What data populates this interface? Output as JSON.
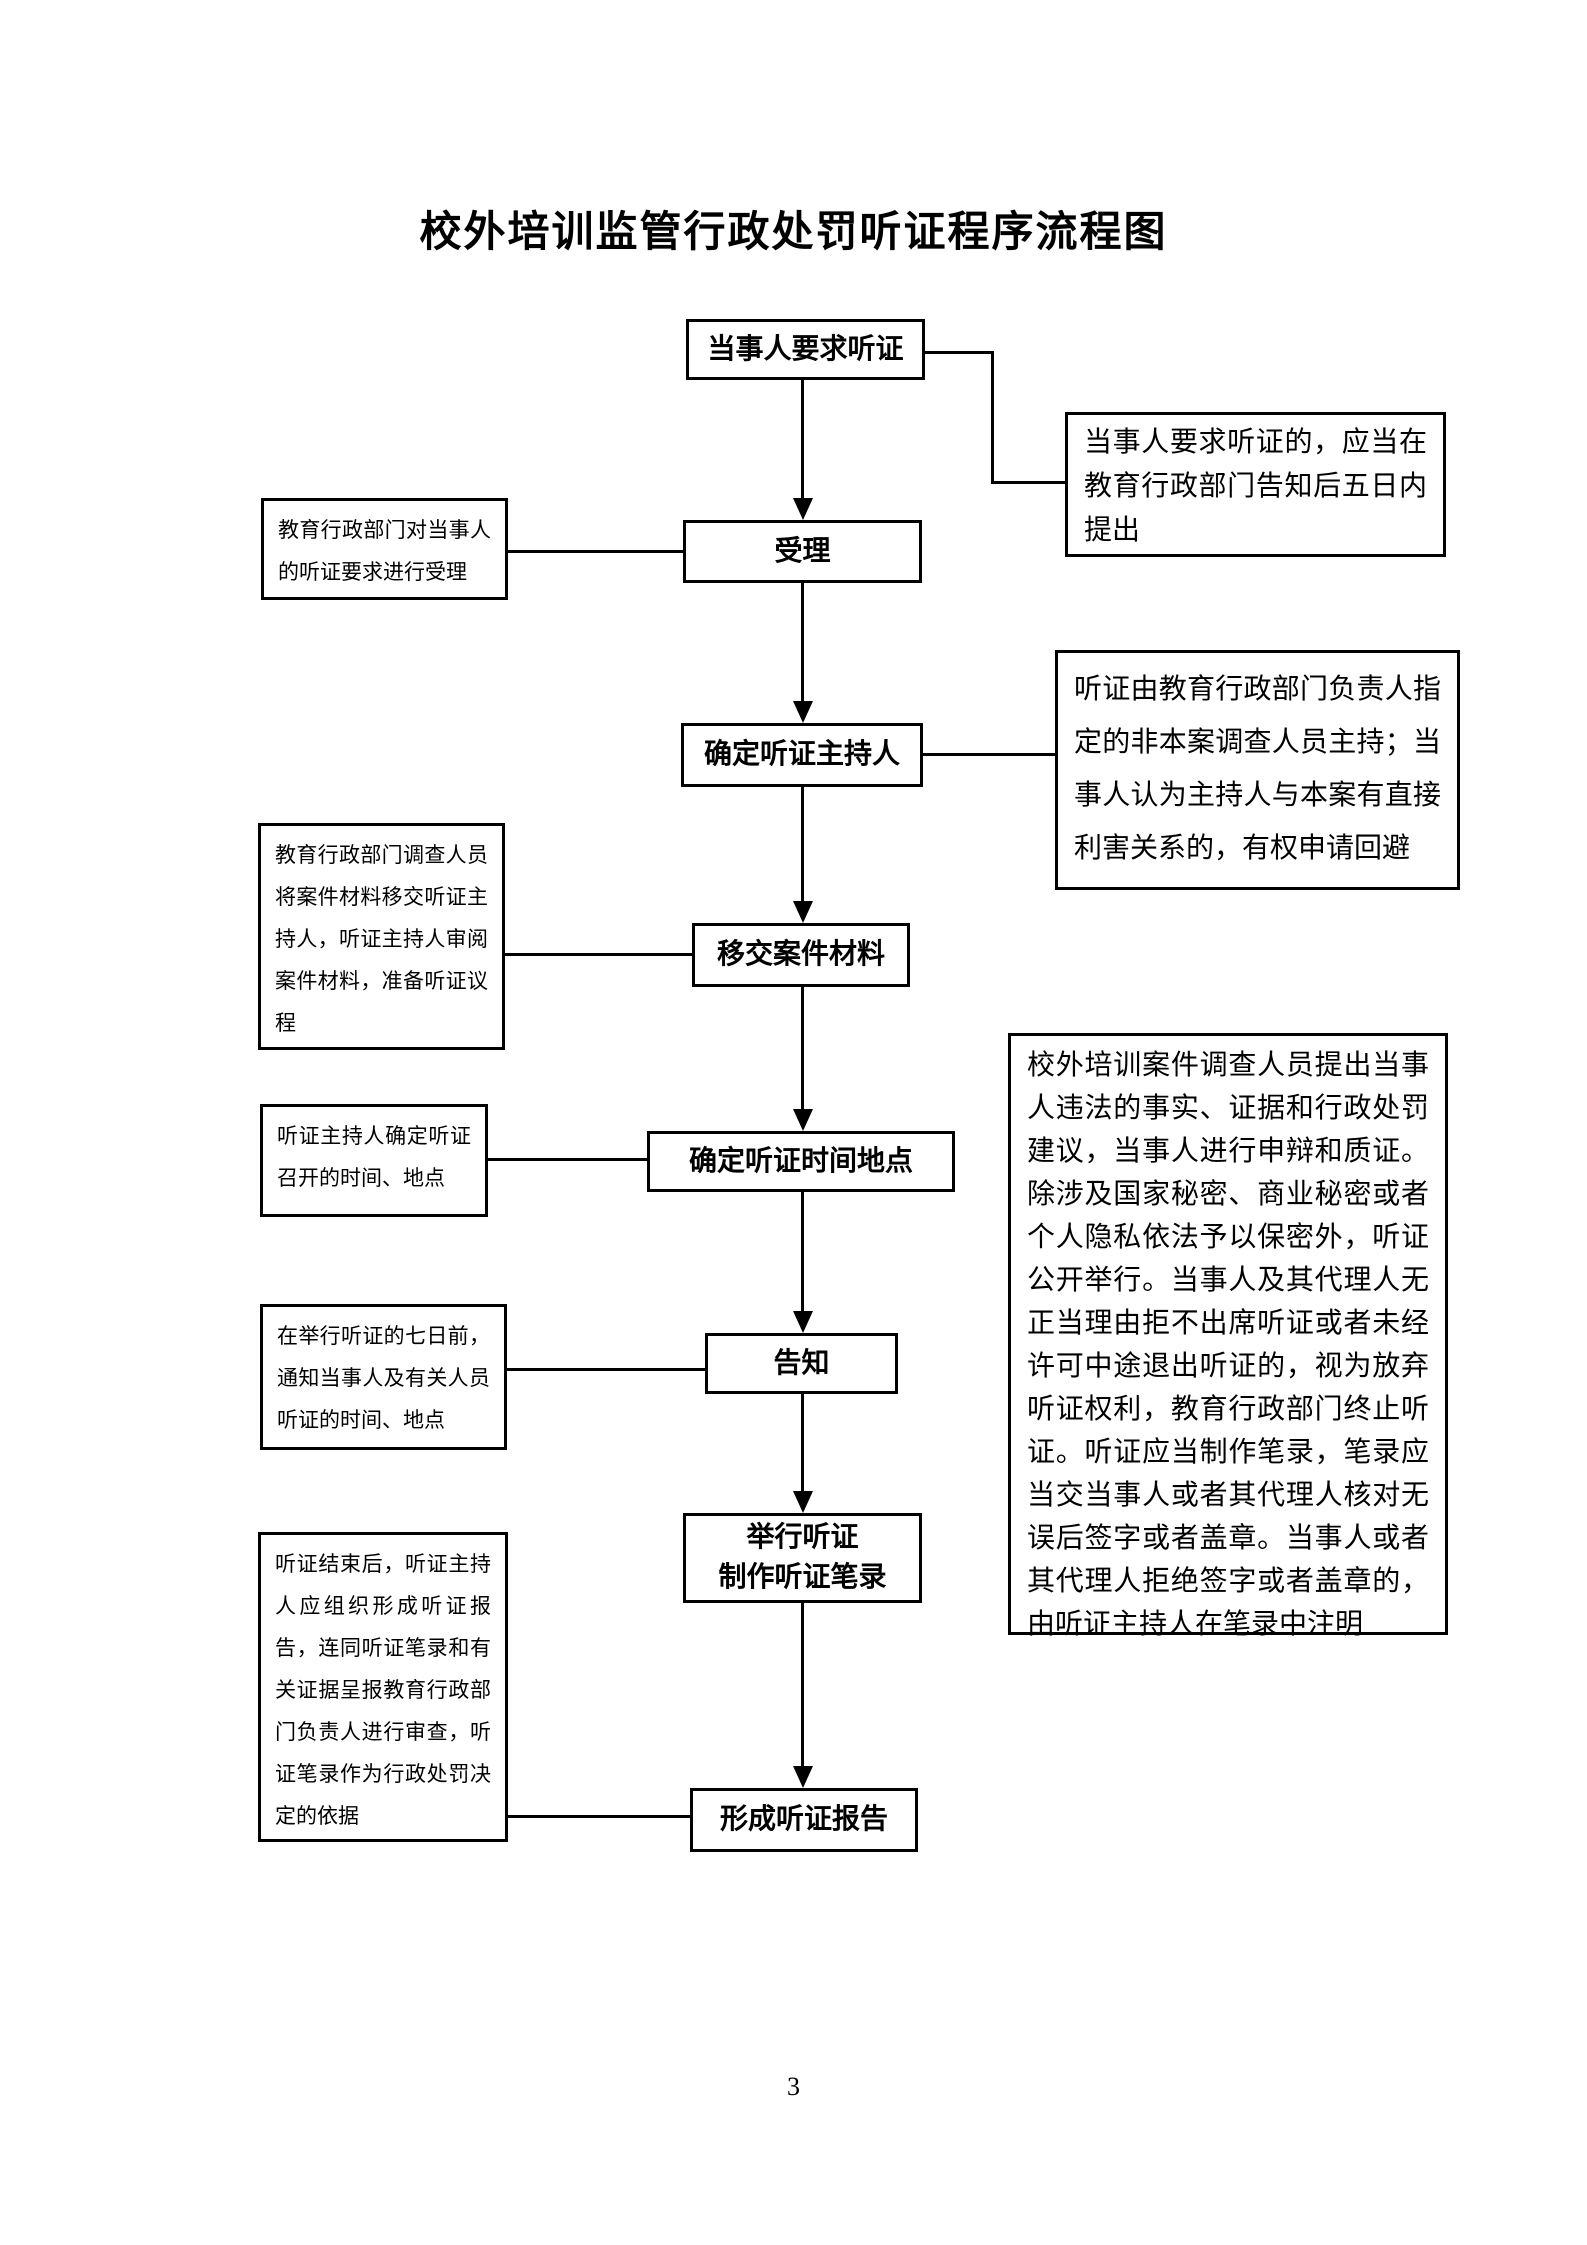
{
  "page": {
    "title": "校外培训监管行政处罚听证程序流程图",
    "page_number": "3"
  },
  "colors": {
    "background": "#ffffff",
    "line": "#000000",
    "text": "#000000"
  },
  "flow_steps": [
    {
      "label": "当事人要求听证"
    },
    {
      "label": "受理"
    },
    {
      "label": "确定听证主持人"
    },
    {
      "label": "移交案件材料"
    },
    {
      "label": "确定听证时间地点"
    },
    {
      "label": "告知"
    },
    {
      "label": "举行听证\n制作听证笔录"
    },
    {
      "label": "形成听证报告"
    }
  ],
  "left_notes": [
    {
      "text": "教育行政部门对当事人的听证要求进行受理"
    },
    {
      "text": "教育行政部门调查人员将案件材料移交听证主持人，听证主持人审阅案件材料，准备听证议程"
    },
    {
      "text": "听证主持人确定听证召开的时间、地点"
    },
    {
      "text": "在举行听证的七日前，通知当事人及有关人员听证的时间、地点"
    },
    {
      "text": "听证结束后，听证主持人应组织形成听证报告，连同听证笔录和有关证据呈报教育行政部门负责人进行审查，听证笔录作为行政处罚决定的依据"
    }
  ],
  "right_notes": [
    {
      "text": "当事人要求听证的，应当在教育行政部门告知后五日内提出"
    },
    {
      "text": "听证由教育行政部门负责人指定的非本案调查人员主持；当事人认为主持人与本案有直接利害关系的，有权申请回避"
    },
    {
      "text": "校外培训案件调查人员提出当事人违法的事实、证据和行政处罚建议，当事人进行申辩和质证。除涉及国家秘密、商业秘密或者个人隐私依法予以保密外，听证公开举行。当事人及其代理人无正当理由拒不出席听证或者未经许可中途退出听证的，视为放弃听证权利，教育行政部门终止听证。听证应当制作笔录，笔录应当交当事人或者其代理人核对无误后签字或者盖章。当事人或者其代理人拒绝签字或者盖章的，由听证主持人在笔录中注明"
    }
  ]
}
